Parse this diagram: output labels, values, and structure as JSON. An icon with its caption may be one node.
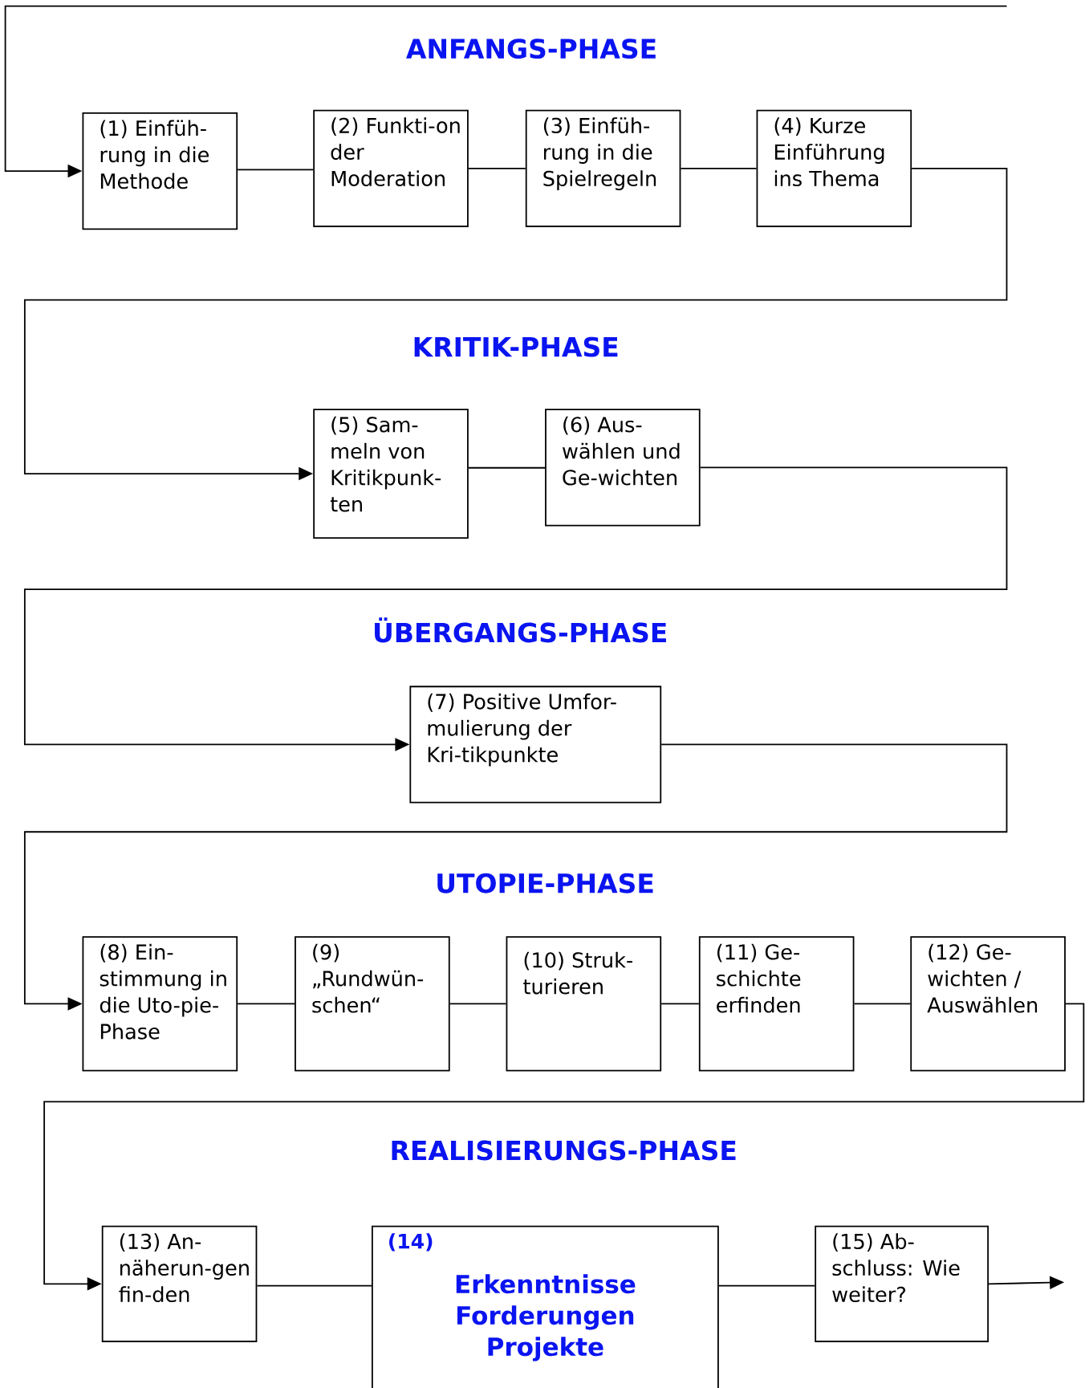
{
  "diagram": {
    "nodes": [
      {
        "text": [
          "(1) Einfüh-rung in die Methode"
        ]
      },
      {
        "text": [
          "(2) Funkti-on der Moderation"
        ]
      },
      {
        "text": [
          "(3) Einfüh-rung in die Spielregeln"
        ]
      },
      {
        "text": [
          "(4) Kurze Einführung ins Thema"
        ]
      },
      {
        "text": [
          "(5) Sam-meln von Kritikpunk-ten"
        ]
      },
      {
        "text": [
          "(6) Aus-wählen und Ge-wichten"
        ]
      },
      {
        "text": [
          "(7) Positive Umfor-mulierung der Kri-tikpunkte"
        ]
      },
      {
        "text": [
          "(8) Ein-stimmung in die Uto-pie-Phase"
        ]
      },
      {
        "text": [
          "(9) „Rundwün-schen“"
        ]
      },
      {
        "text": [
          "(10) Struk-turieren"
        ]
      },
      {
        "text": [
          "(11) Ge-schichte erfinden"
        ]
      },
      {
        "text": [
          "(12) Ge-wichten / Auswählen"
        ]
      },
      {
        "text": [
          "(13) An-näherun-gen fin-den"
        ]
      },
      {
        "text": [
          "(14)",
          "Erkenntnisse Forderungen Projekte"
        ]
      },
      {
        "text": [
          "(15) Ab-schluss: Wie weiter?"
        ]
      }
    ],
    "edges": [
      {
        "from": null,
        "to": 0,
        "arrow": "to"
      },
      {
        "from": 0,
        "to": 1,
        "arrow": "none"
      },
      {
        "from": 1,
        "to": 2,
        "arrow": "none"
      },
      {
        "from": 2,
        "to": 3,
        "arrow": "none"
      },
      {
        "from": 3,
        "to": 4,
        "arrow": "to"
      },
      {
        "from": 4,
        "to": 5,
        "arrow": "none"
      },
      {
        "from": 5,
        "to": 6,
        "arrow": "to"
      },
      {
        "from": 6,
        "to": 7,
        "arrow": "to"
      },
      {
        "from": 7,
        "to": 8,
        "arrow": "none"
      },
      {
        "from": 8,
        "to": 9,
        "arrow": "none"
      },
      {
        "from": 9,
        "to": 10,
        "arrow": "none"
      },
      {
        "from": 10,
        "to": 11,
        "arrow": "none"
      },
      {
        "from": 11,
        "to": 12,
        "arrow": "to"
      },
      {
        "from": 12,
        "to": 13,
        "arrow": "none"
      },
      {
        "from": 13,
        "to": 14,
        "arrow": "none"
      },
      {
        "from": 14,
        "to": null,
        "arrow": "to"
      }
    ],
    "labels": [
      "ANFANGS-PHASE",
      "KRITIK-PHASE",
      "ÜBERGANGS-PHASE",
      "UTOPIE-PHASE",
      "REALISIERUNGS-PHASE"
    ]
  }
}
